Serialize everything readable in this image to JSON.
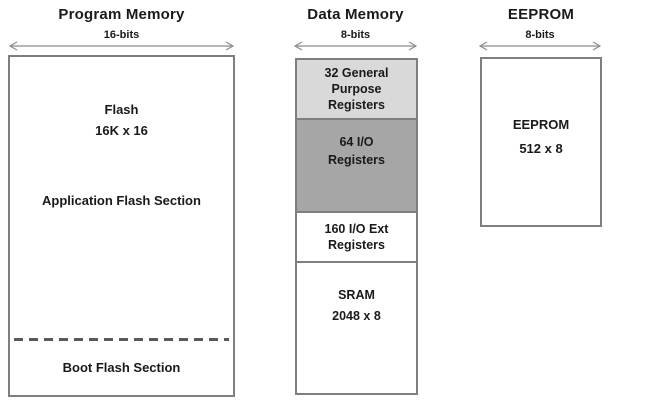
{
  "program_memory": {
    "title": "Program Memory",
    "bus_width": "16-bits",
    "flash_label": "Flash",
    "flash_size": "16K x 16",
    "app_section_label": "Application Flash Section",
    "boot_section_label": "Boot Flash Section"
  },
  "data_memory": {
    "title": "Data Memory",
    "bus_width": "8-bits",
    "blocks": [
      {
        "name": "general-purpose-registers",
        "fill": "#d9d9d9",
        "lines": [
          "32 General",
          "Purpose",
          "Registers"
        ]
      },
      {
        "name": "io-registers",
        "fill": "#a6a6a6",
        "lines": [
          "64 I/O",
          "Registers"
        ]
      },
      {
        "name": "io-ext-registers",
        "fill": "#ffffff",
        "lines": [
          "160 I/O Ext",
          "Registers"
        ]
      },
      {
        "name": "sram",
        "fill": "#ffffff",
        "lines": [
          "SRAM",
          "2048 x 8"
        ]
      }
    ]
  },
  "eeprom": {
    "title": "EEPROM",
    "bus_width": "8-bits",
    "label": "EEPROM",
    "size": "512 x 8"
  },
  "colors": {
    "background": "#ffffff",
    "box_border": "#7f7f7f",
    "arrow": "#8c8c8c",
    "dashed_divider": "#595959",
    "text": "#1a1a1a",
    "light_gray_fill": "#d9d9d9",
    "dark_gray_fill": "#a6a6a6"
  }
}
